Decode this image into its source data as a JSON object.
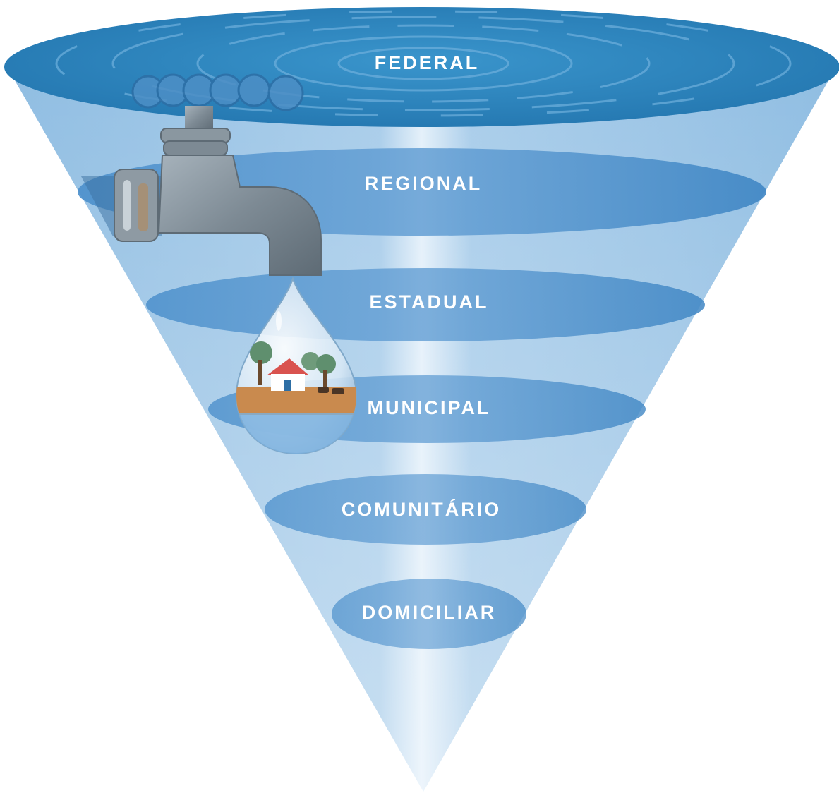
{
  "levels": [
    {
      "label": "FEDERAL"
    },
    {
      "label": "REGIONAL"
    },
    {
      "label": "ESTADUAL"
    },
    {
      "label": "MUNICIPAL"
    },
    {
      "label": "COMUNITÁRIO"
    },
    {
      "label": "DOMICILIAR"
    }
  ],
  "colors": {
    "water_surface": "#2e86bf",
    "band": "#3f86c4",
    "funnel_light": "#c6def2",
    "funnel_mid": "#8fbde2",
    "faucet": "#7c8b96",
    "roof": "#d9534f",
    "ground": "#c98a4e"
  },
  "icons": {
    "faucet": "water-faucet-icon",
    "drop": "water-drop-icon",
    "farm": "rural-house-icon"
  }
}
